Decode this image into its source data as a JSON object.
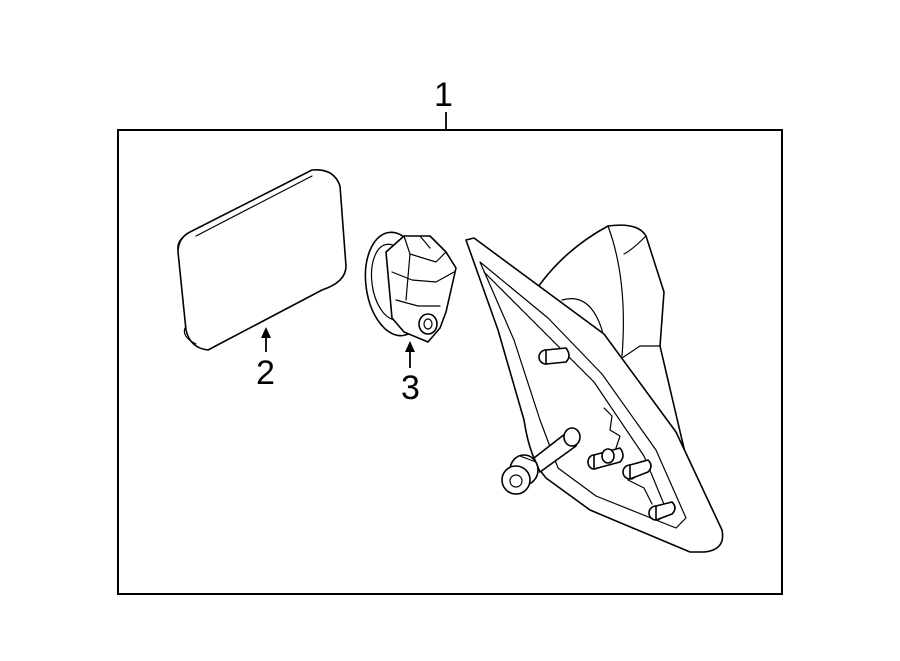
{
  "callouts": {
    "assembly": "1",
    "mirror_glass": "2",
    "actuator": "3"
  },
  "colors": {
    "line": "#000000",
    "background": "#ffffff"
  }
}
